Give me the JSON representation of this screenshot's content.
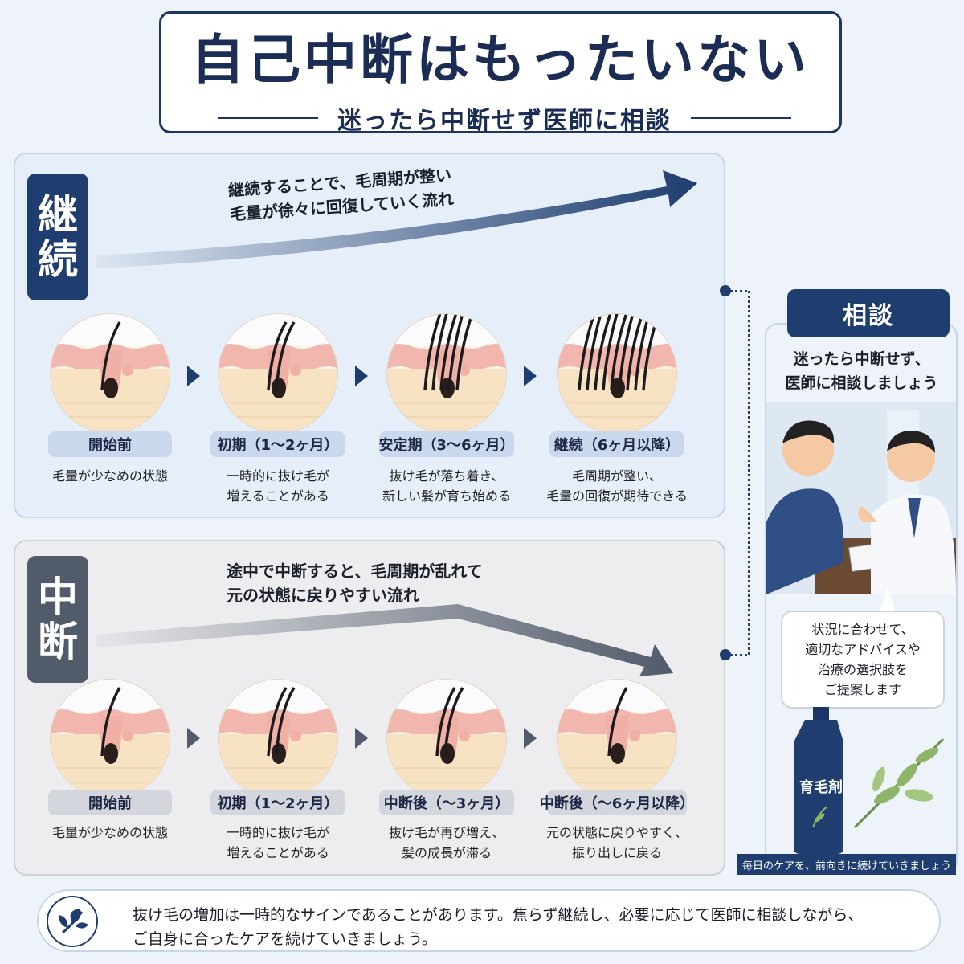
{
  "colors": {
    "navy": "#1f3d6e",
    "slate": "#515b6a",
    "skin": "#fbf3e6",
    "dermis": "#f1b7ae"
  },
  "header": {
    "title": "自己中断はもったいない",
    "subtitle": "迷ったら中断せず医師に相談"
  },
  "continue": {
    "badge": [
      "継",
      "続"
    ],
    "flow_text": [
      "継続することで、毛周期が整い",
      "毛量が徐々に回復していく流れ"
    ],
    "stages": [
      {
        "label": "開始前",
        "desc": [
          "毛量が少なめの状態"
        ]
      },
      {
        "label": "初期（1〜2ヶ月）",
        "desc": [
          "一時的に抜け毛が",
          "増えることがある"
        ]
      },
      {
        "label": "安定期（3〜6ヶ月）",
        "desc": [
          "抜け毛が落ち着き、",
          "新しい髪が育ち始める"
        ]
      },
      {
        "label": "継続（6ヶ月以降）",
        "desc": [
          "毛周期が整い、",
          "毛量の回復が期待できる"
        ]
      }
    ]
  },
  "stop": {
    "badge": [
      "中",
      "断"
    ],
    "flow_text": [
      "途中で中断すると、毛周期が乱れて",
      "元の状態に戻りやすい流れ"
    ],
    "stages": [
      {
        "label": "開始前",
        "desc": [
          "毛量が少なめの状態"
        ]
      },
      {
        "label": "初期（1〜2ヶ月）",
        "desc": [
          "一時的に抜け毛が",
          "増えることがある"
        ]
      },
      {
        "label": "中断後（〜3ヶ月）",
        "desc": [
          "抜け毛が再び増え、",
          "髪の成長が滞る"
        ]
      },
      {
        "label": "中断後（〜6ヶ月以降）",
        "desc": [
          "元の状態に戻りやすく、",
          "振り出しに戻る"
        ]
      }
    ]
  },
  "consult": {
    "title": "相談",
    "text": [
      "迷ったら中断せず、",
      "医師に相談しましょう"
    ],
    "speech": [
      "状況に合わせて、",
      "適切なアドバイスや",
      "治療の選択肢を",
      "ご提案します"
    ],
    "bottle_label": "育毛剤",
    "daily_note": "毎日のケアを、前向きに続けていきましょう"
  },
  "footer": {
    "icon": "leaf-icon",
    "text": [
      "抜け毛の増加は一時的なサインであることがあります。焦らず継続し、必要に応じて医師に相談しながら、",
      "ご自身に合ったケアを続けていきましょう。"
    ]
  }
}
